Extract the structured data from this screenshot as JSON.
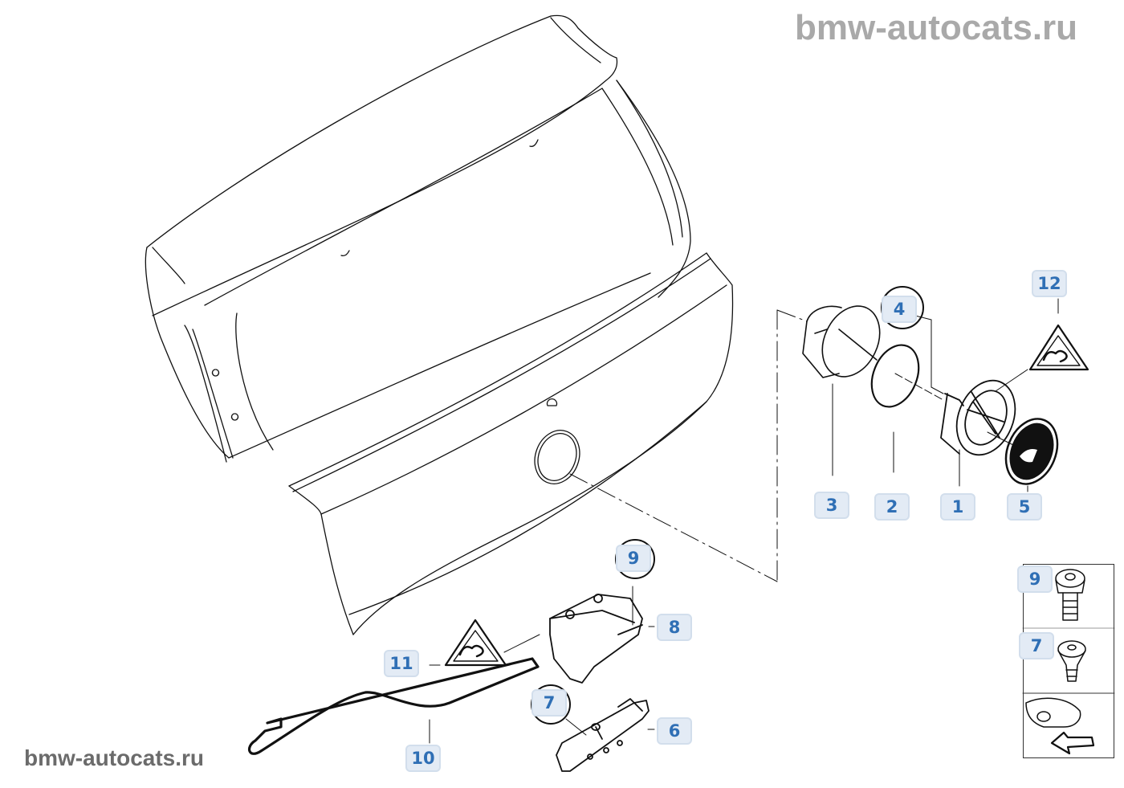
{
  "watermarks": {
    "top": "bmw-autocats.ru",
    "bottom": "bmw-autocats.ru"
  },
  "diagram": {
    "subject": "Trunk lid / tailgate with emblem and lock parts",
    "callouts": [
      {
        "id": "c1",
        "label": "1",
        "part": "emblem-carrier"
      },
      {
        "id": "c2",
        "label": "2",
        "part": "seal-ring"
      },
      {
        "id": "c3",
        "label": "3",
        "part": "handle-housing"
      },
      {
        "id": "c4",
        "label": "4",
        "part": "connector-ref",
        "circled": true
      },
      {
        "id": "c5",
        "label": "5",
        "part": "bmw-emblem"
      },
      {
        "id": "c6",
        "label": "6",
        "part": "lock-bracket"
      },
      {
        "id": "c7",
        "label": "7",
        "part": "screw",
        "circled": true
      },
      {
        "id": "c8",
        "label": "8",
        "part": "tailgate-lock"
      },
      {
        "id": "c9",
        "label": "9",
        "part": "bolt",
        "circled": true
      },
      {
        "id": "c10",
        "label": "10",
        "part": "bowden-cable"
      },
      {
        "id": "c11",
        "label": "11",
        "part": "warning-label"
      },
      {
        "id": "c12",
        "label": "12",
        "part": "warning-label"
      }
    ],
    "inset": {
      "items": [
        {
          "label": "9",
          "part": "bolt"
        },
        {
          "label": "7",
          "part": "screw"
        },
        {
          "label": "",
          "part": "vehicle-rear-view-arrow"
        }
      ]
    }
  },
  "colors": {
    "callout_text": "#2f6fb5",
    "callout_bg": "#e3ebf5",
    "callout_border": "#d2deec",
    "line": "#111111",
    "watermark_top": "#a9a9a9",
    "watermark_bottom": "#6b6b6b"
  }
}
